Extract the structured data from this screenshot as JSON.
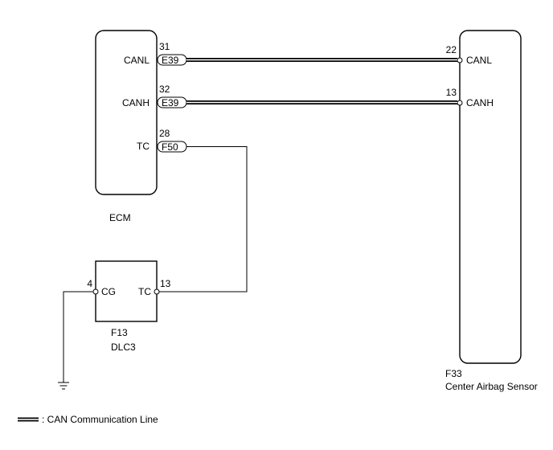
{
  "ecm": {
    "label": "ECM",
    "pins": [
      {
        "name": "CANL",
        "number": "31",
        "connector": "E39"
      },
      {
        "name": "CANH",
        "number": "32",
        "connector": "E39"
      },
      {
        "name": "TC",
        "number": "28",
        "connector": "F50"
      }
    ]
  },
  "airbag_sensor": {
    "code": "F33",
    "label": "Center Airbag Sensor",
    "pins": [
      {
        "name": "CANL",
        "number": "22"
      },
      {
        "name": "CANH",
        "number": "13"
      }
    ]
  },
  "dlc3": {
    "code": "F13",
    "label": "DLC3",
    "pins": [
      {
        "name": "CG",
        "number": "4"
      },
      {
        "name": "TC",
        "number": "13"
      }
    ]
  },
  "legend": {
    "text": ": CAN Communication Line"
  }
}
